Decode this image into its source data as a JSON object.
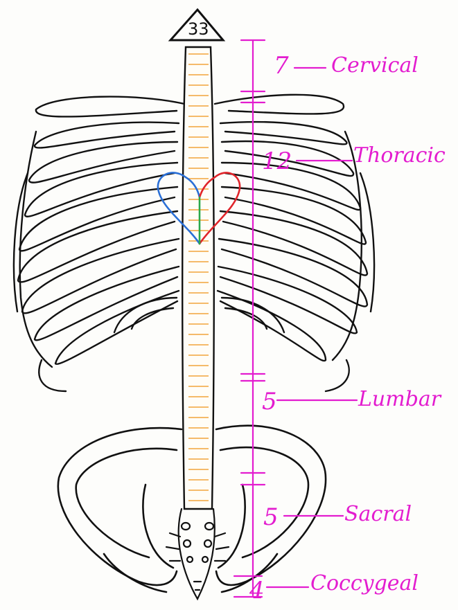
{
  "badge": {
    "text": "33"
  },
  "regions": [
    {
      "id": "cervical",
      "count": "7",
      "name": "Cervical"
    },
    {
      "id": "thoracic",
      "count": "12",
      "name": "Thoracic"
    },
    {
      "id": "lumbar",
      "count": "5",
      "name": "Lumbar"
    },
    {
      "id": "sacral",
      "count": "5",
      "name": "Sacral"
    },
    {
      "id": "coccygeal",
      "count": "4",
      "name": "Coccygeal"
    }
  ],
  "colors": {
    "ink": "#111111",
    "label": "#e31ccf",
    "vertebra_lines": "#f2a33a",
    "heart_left": "#2a6fd6",
    "heart_right": "#e0242a",
    "heart_septum": "#2aa84a"
  }
}
